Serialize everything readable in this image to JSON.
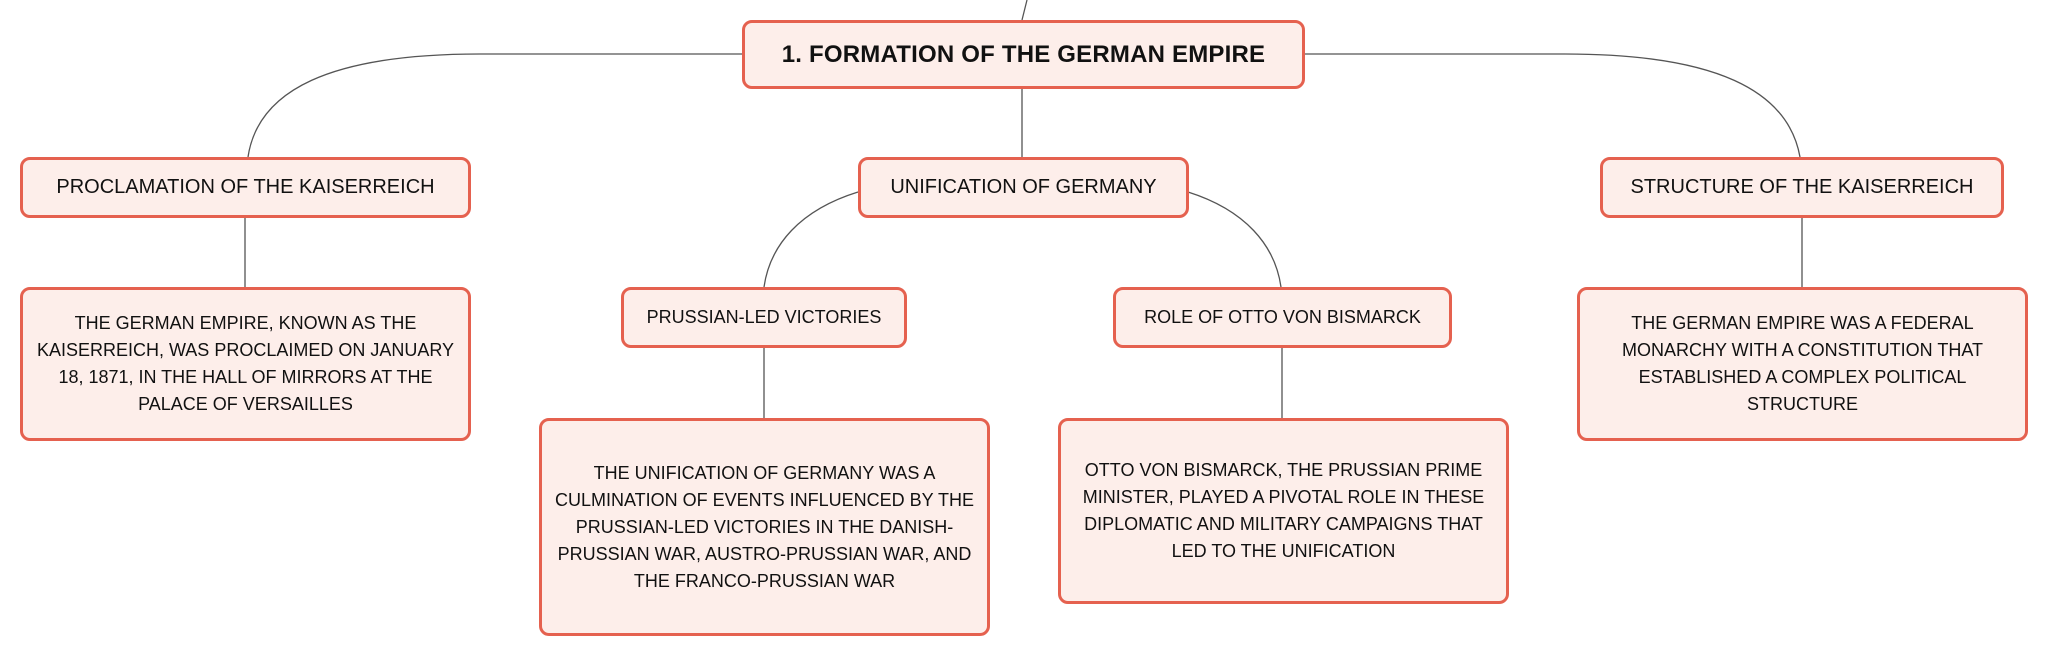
{
  "root": {
    "label": "1. FORMATION OF THE GERMAN EMPIRE"
  },
  "topics": {
    "proclamation": {
      "label": "PROCLAMATION OF THE KAISERREICH",
      "detail": "THE GERMAN EMPIRE, KNOWN AS THE KAISERREICH, WAS PROCLAIMED ON JANUARY 18, 1871, IN THE HALL OF MIRRORS AT THE PALACE OF VERSAILLES"
    },
    "unification": {
      "label": "UNIFICATION OF GERMANY",
      "subtopics": {
        "prussian": {
          "label": "PRUSSIAN-LED VICTORIES",
          "detail": "THE UNIFICATION OF GERMANY WAS A CULMINATION OF EVENTS INFLUENCED BY THE PRUSSIAN-LED VICTORIES IN THE DANISH-PRUSSIAN WAR, AUSTRO-PRUSSIAN WAR, AND THE FRANCO-PRUSSIAN WAR"
        },
        "bismarck": {
          "label": "ROLE OF OTTO VON BISMARCK",
          "detail": "OTTO VON BISMARCK, THE PRUSSIAN PRIME MINISTER, PLAYED A PIVOTAL ROLE IN THESE DIPLOMATIC AND MILITARY CAMPAIGNS THAT LED TO THE UNIFICATION"
        }
      }
    },
    "structure": {
      "label": "STRUCTURE OF THE KAISERREICH",
      "detail": "THE GERMAN EMPIRE WAS A FEDERAL MONARCHY WITH A CONSTITUTION THAT ESTABLISHED A COMPLEX POLITICAL STRUCTURE"
    }
  },
  "colors": {
    "node_border": "#e5614f",
    "node_fill": "#fdeeea",
    "connector": "#555555",
    "text": "#111111"
  }
}
